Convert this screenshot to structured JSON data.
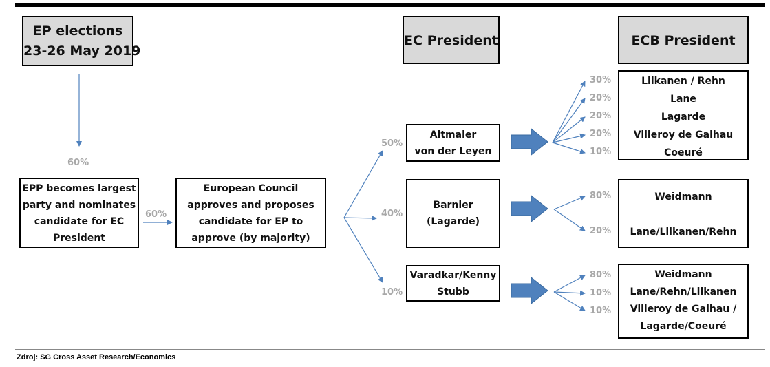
{
  "header_boxes": {
    "ep_elections": [
      "EP elections",
      "23-26 May 2019"
    ],
    "ec_president": "EC President",
    "ecb_president": "ECB President"
  },
  "flow": {
    "epp_box": [
      "EPP becomes largest",
      "party and nominates",
      "candidate for EC",
      "President"
    ],
    "council_box": [
      "European Council",
      "approves and proposes",
      "candidate for EP to",
      "approve (by majority)"
    ],
    "pct_election_to_epp": "60%",
    "pct_epp_to_council": "60%"
  },
  "ec_candidates": [
    {
      "lines": [
        "Altmaier",
        "von der Leyen"
      ],
      "probability": "50%"
    },
    {
      "lines": [
        "Barnier",
        "(Lagarde)"
      ],
      "probability": "40%"
    },
    {
      "lines": [
        "Varadkar/Kenny",
        "Stubb"
      ],
      "probability": "10%"
    }
  ],
  "ecb_outcomes": [
    {
      "names": [
        "Liikanen / Rehn",
        "Lane",
        "Lagarde",
        "Villeroy de Galhau",
        "Coeuré"
      ],
      "probabilities": [
        "30%",
        "20%",
        "20%",
        "20%",
        "10%"
      ]
    },
    {
      "names": [
        "Weidmann",
        "Lane/Liikanen/Rehn"
      ],
      "probabilities": [
        "80%",
        "20%"
      ]
    },
    {
      "names": [
        "Weidmann",
        "Lane/Rehn/Liikanen",
        "Villeroy  de Galhau /",
        "Lagarde/Coeuré"
      ],
      "probabilities": [
        "80%",
        "10%",
        "10%"
      ]
    }
  ],
  "colors": {
    "arrow": "#4f81bd",
    "arrow_dark": "#3a6aa0",
    "header_fill": "#d9d9d9",
    "pct_text": "#a8a8a8"
  },
  "source": "Zdroj: SG Cross Asset Research/Economics"
}
